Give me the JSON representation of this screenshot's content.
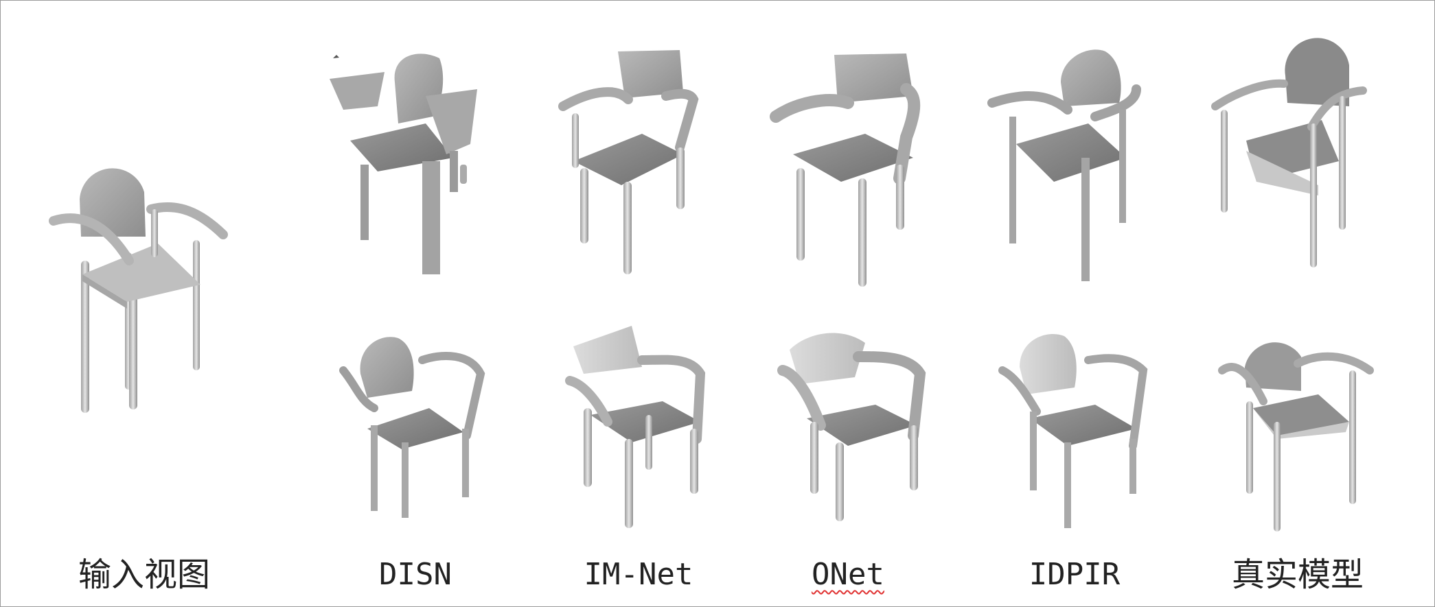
{
  "figure": {
    "columns": [
      {
        "key": "input",
        "label": "输入视图"
      },
      {
        "key": "disn",
        "label": "DISN"
      },
      {
        "key": "imnet",
        "label": "IM-Net"
      },
      {
        "key": "onet",
        "label": "ONet"
      },
      {
        "key": "idpir",
        "label": "IDPIR"
      },
      {
        "key": "gt",
        "label": "真实模型"
      }
    ]
  },
  "colors": {
    "mesh_light": "#d8d8d8",
    "mesh_mid": "#a9a9a9",
    "mesh_dark": "#7a7a7a",
    "spellcheck": "#e03030"
  }
}
